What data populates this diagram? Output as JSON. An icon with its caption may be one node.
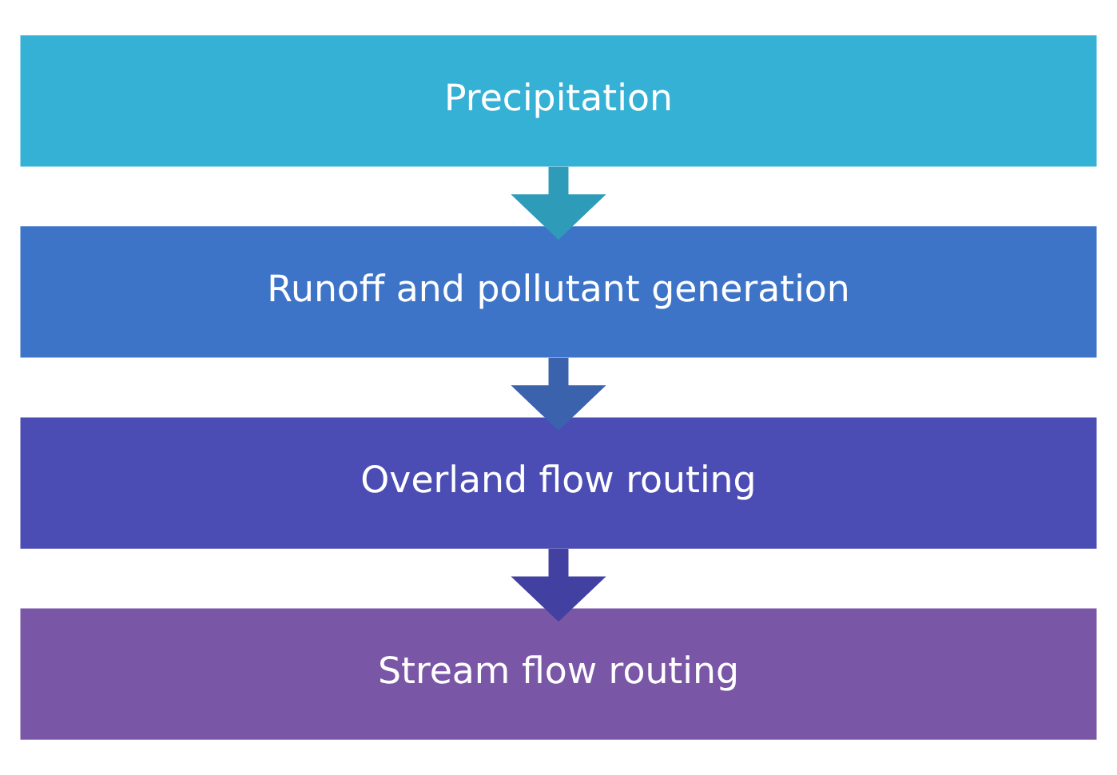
{
  "diagram": {
    "nodes": [
      {
        "text": [
          "Precipitation"
        ]
      },
      {
        "text": [
          "Runoff and pollutant generation"
        ]
      },
      {
        "text": [
          "Overland flow routing"
        ]
      },
      {
        "text": [
          "Stream flow routing"
        ]
      }
    ],
    "edges": [
      {
        "from": 0,
        "to": 1,
        "arrow": "to",
        "color": "#2e9bb8"
      },
      {
        "from": 1,
        "to": 2,
        "arrow": "to",
        "color": "#3a62ad"
      },
      {
        "from": 2,
        "to": 3,
        "arrow": "to",
        "color": "#4240a0"
      }
    ]
  }
}
